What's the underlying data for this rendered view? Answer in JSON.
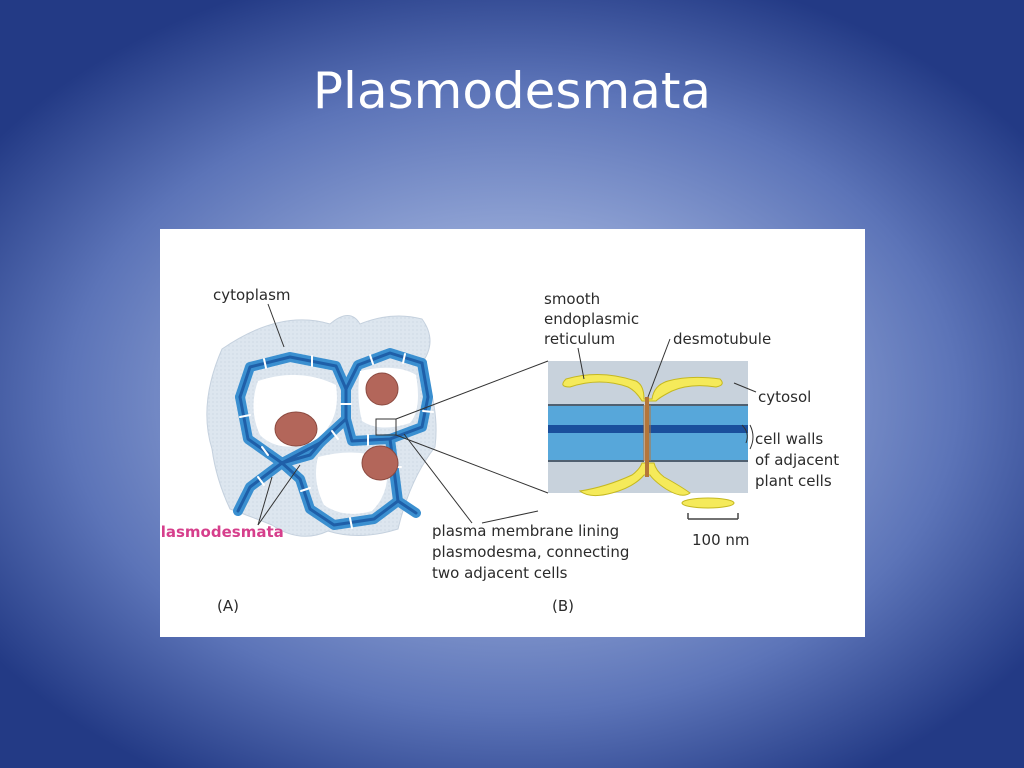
{
  "slide": {
    "title": "Plasmodesmata"
  },
  "figure": {
    "panel_a": {
      "label": "(A)",
      "cytoplasm_label": "cytoplasm",
      "plasmodesmata_label": "plasmodesmata"
    },
    "panel_b": {
      "label": "(B)",
      "ser_line1": "smooth",
      "ser_line2": "endoplasmic",
      "ser_line3": "reticulum",
      "desmotubule_label": "desmotubule",
      "cytosol_label": "cytosol",
      "cellwall_line1": "cell walls",
      "cellwall_line2": "of adjacent",
      "cellwall_line3": "plant cells",
      "scale_label": "100 nm"
    },
    "membrane_line1": "plasma membrane lining",
    "membrane_line2": "plasmodesma, connecting",
    "membrane_line3": "two adjacent cells"
  },
  "colors": {
    "wall_blue": "#3a8fd0",
    "wall_dark": "#1f5fa8",
    "cytoplasm": "#dde6ef",
    "nucleus": "#b3665a",
    "er_yellow": "#f5ea5a",
    "desmotubule": "#b4763a",
    "label_pink": "#d63f8c"
  }
}
